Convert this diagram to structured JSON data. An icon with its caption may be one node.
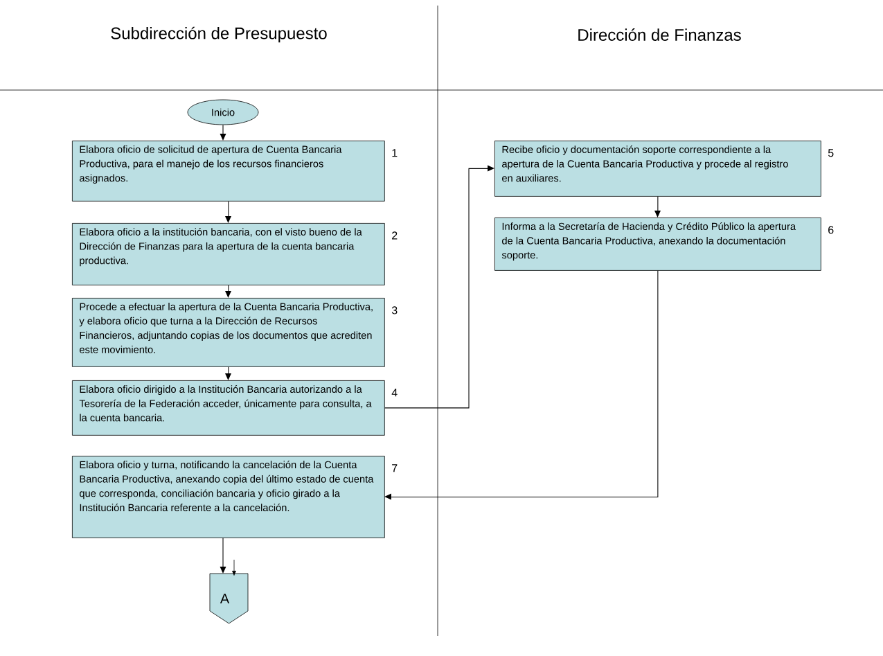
{
  "diagram": {
    "nodes": [
      {
        "text": [
          "Inicio"
        ]
      },
      {
        "text": [
          "Elabora oficio de solicitud de apertura de Cuenta Bancaria Productiva, para el manejo de los recursos financieros asignados."
        ],
        "beside": [
          "1"
        ]
      },
      {
        "text": [
          "Elabora oficio a la institución bancaria, con el visto bueno de la Dirección de Finanzas para la apertura de la cuenta bancaria productiva."
        ],
        "beside": [
          "2"
        ]
      },
      {
        "text": [
          "Procede a efectuar la apertura de la Cuenta Bancaria Productiva, y elabora oficio que turna a la Dirección de Recursos Financieros, adjuntando copias de los documentos que acrediten este movimiento."
        ],
        "beside": [
          "3"
        ]
      },
      {
        "text": [
          "Elabora oficio dirigido a la Institución Bancaria autorizando a la Tesorería de la Federación acceder, únicamente para consulta, a la cuenta bancaria."
        ],
        "beside": [
          "4"
        ]
      },
      {
        "text": [
          "Recibe oficio y documentación soporte correspondiente a la apertura de la Cuenta Bancaria Productiva y procede al registro en auxiliares."
        ],
        "beside": [
          "5"
        ]
      },
      {
        "text": [
          "Informa a la Secretaría de Hacienda y Crédito Público la apertura de la Cuenta Bancaria Productiva, anexando la documentación soporte."
        ],
        "beside": [
          "6"
        ]
      },
      {
        "text": [
          "Elabora oficio y turna, notificando la cancelación de la Cuenta Bancaria Productiva, anexando copia del último estado de cuenta que corresponda, conciliación bancaria y oficio girado a la Institución Bancaria referente a la cancelación."
        ],
        "beside": [
          "7"
        ]
      },
      {
        "text": [
          "A"
        ]
      }
    ],
    "edges": [
      {
        "from": 0,
        "to": 1,
        "arrow": "to"
      },
      {
        "from": 1,
        "to": 2,
        "arrow": "to"
      },
      {
        "from": 2,
        "to": 3,
        "arrow": "to"
      },
      {
        "from": 3,
        "to": 4,
        "arrow": "to"
      },
      {
        "from": 4,
        "to": 5,
        "arrow": "to"
      },
      {
        "from": 5,
        "to": 6,
        "arrow": "to"
      },
      {
        "from": 6,
        "to": 7,
        "arrow": "to"
      },
      {
        "from": 7,
        "to": 8,
        "arrow": "to"
      }
    ],
    "labels": [
      "Subdirección de Presupuesto",
      "Dirección de Finanzas"
    ]
  }
}
